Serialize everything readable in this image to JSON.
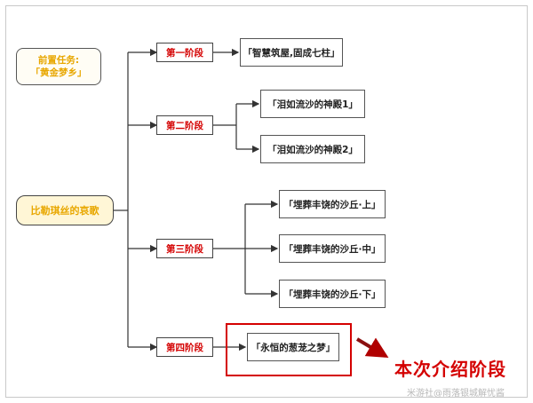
{
  "prerequisite": {
    "line1": "前置任务:",
    "line2": "「黄金梦乡」"
  },
  "root": {
    "label": "比勒琪丝的哀歌"
  },
  "stages": [
    {
      "label": "第一阶段"
    },
    {
      "label": "第二阶段"
    },
    {
      "label": "第三阶段"
    },
    {
      "label": "第四阶段"
    }
  ],
  "quests": [
    {
      "label": "「智慧筑屋,固成七柱」"
    },
    {
      "label": "「泪如流沙的神殿1」"
    },
    {
      "label": "「泪如流沙的神殿2」"
    },
    {
      "label": "「埋葬丰饶的沙丘·上」"
    },
    {
      "label": "「埋葬丰饶的沙丘·中」"
    },
    {
      "label": "「埋葬丰饶的沙丘·下」"
    },
    {
      "label": "「永恒的葱茏之梦」"
    }
  ],
  "callout": {
    "label": "本次介绍阶段",
    "color": "#d40000"
  },
  "watermark": {
    "label": "米游社@雨落银城解忧酱"
  }
}
